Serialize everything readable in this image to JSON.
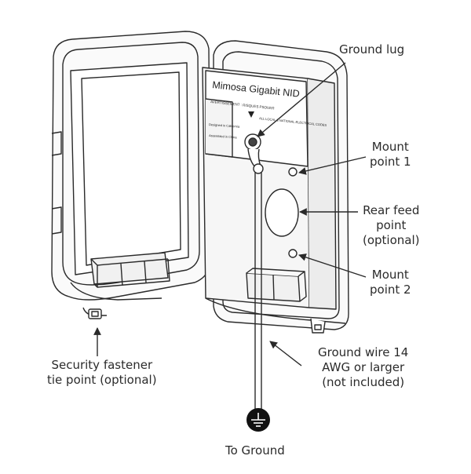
{
  "device": {
    "title": "Mimosa Gigabit NID",
    "warning_text_a": "AVERTISSEMENT : RISQUES PSOUER",
    "warning_text_b": "ALL LOCAL & NATIONAL ELECTRICAL CODES",
    "designed_text": "Designed in California",
    "assembled_text": "Assembled in China"
  },
  "callouts": {
    "ground_lug": [
      "Ground lug"
    ],
    "mount_point_1": [
      "Mount",
      "point 1"
    ],
    "rear_feed_point": [
      "Rear feed",
      "point",
      "(optional)"
    ],
    "mount_point_2": [
      "Mount",
      "point 2"
    ],
    "ground_wire": [
      "Ground wire 14",
      "AWG or larger",
      "(not included)"
    ],
    "security_fastener": [
      "Security fastener",
      "tie point (optional)"
    ],
    "to_ground": [
      "To Ground"
    ]
  },
  "colors": {
    "line": "#2a2a2a",
    "panel_shade": "#ececec",
    "label_bg": "#f4f4f4",
    "ground_symbol": "#111111"
  }
}
